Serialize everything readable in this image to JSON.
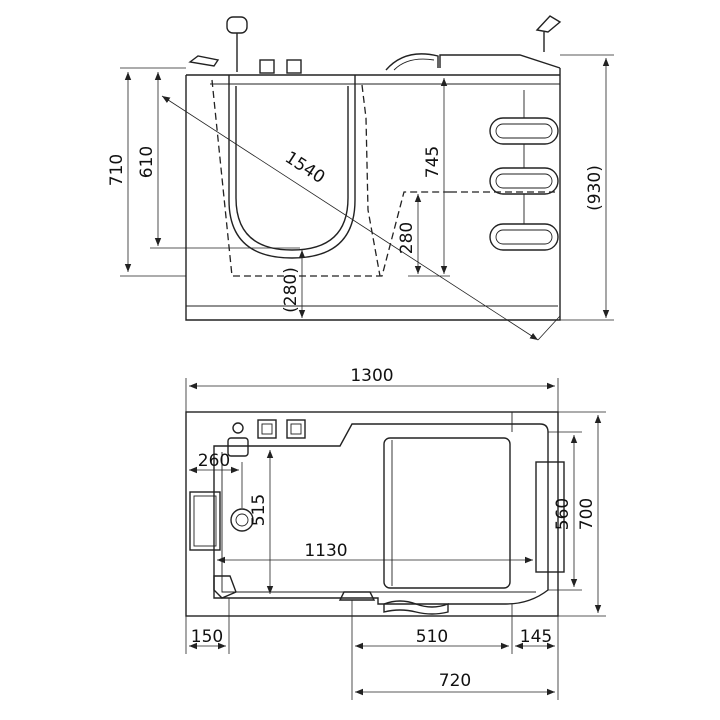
{
  "side_view": {
    "dim_overall_height_outer": "710",
    "dim_overall_height_inner": "610",
    "dim_diagonal": "1540",
    "dim_door_height": "745",
    "dim_seat_height": "280",
    "dim_floor_height": "(280)",
    "dim_total_height": "(930)"
  },
  "top_view": {
    "dim_total_length": "1300",
    "dim_drain_offset": "260",
    "dim_inner_depth": "515",
    "dim_inner_length": "1130",
    "dim_seat_depth": "560",
    "dim_total_width": "700",
    "dim_left_offset": "150",
    "dim_door_width": "510",
    "dim_right_offset": "145",
    "dim_door_span": "720"
  }
}
